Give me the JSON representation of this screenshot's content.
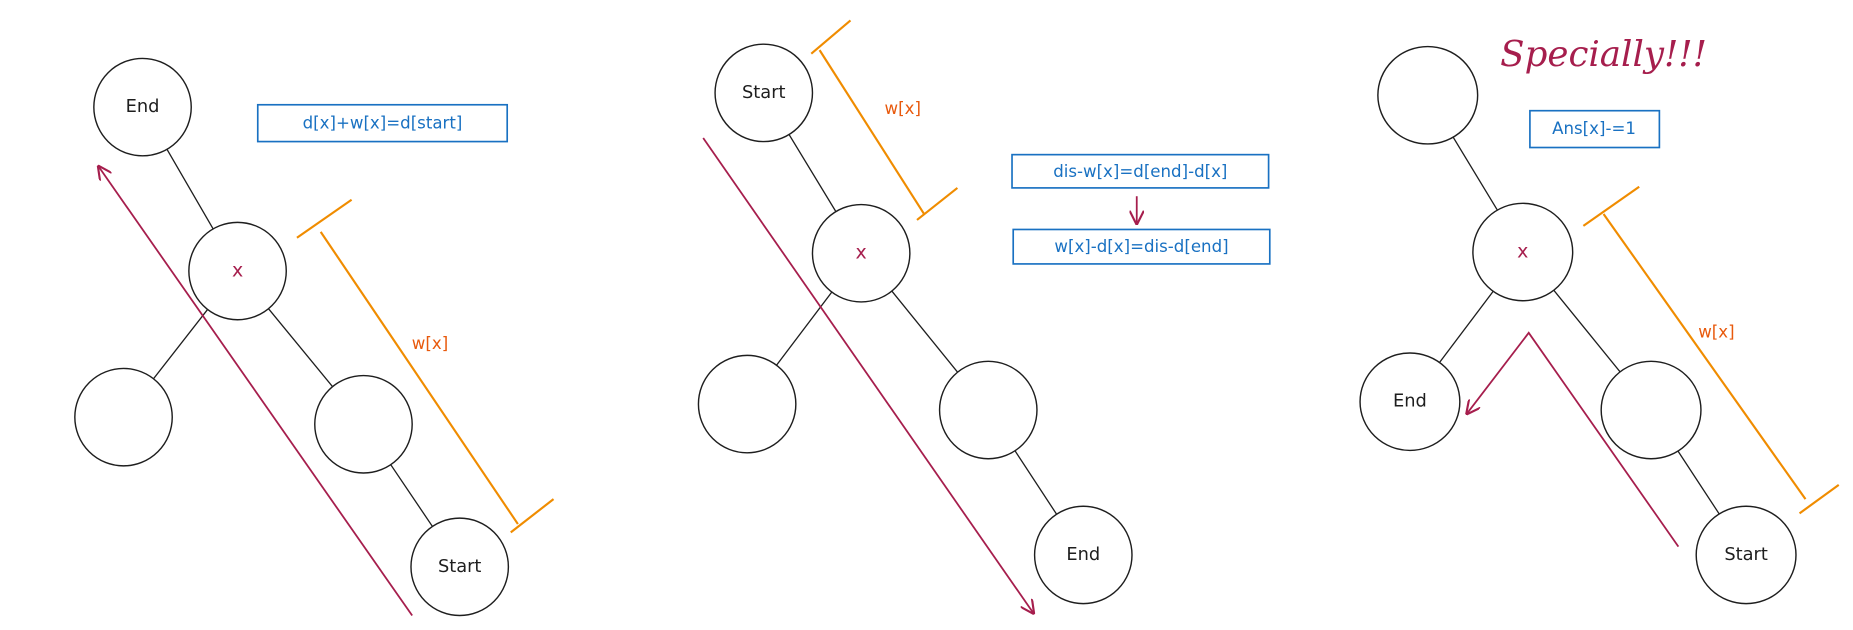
{
  "colors": {
    "stroke": "#1e1e1e",
    "accent_purple": "#a61e4d",
    "accent_orange": "#f08c00",
    "accent_blue": "#1971c2"
  },
  "panel1": {
    "nodes": [
      "End",
      "x",
      "",
      "",
      "Start"
    ],
    "weight_label": "w[x]",
    "formula": "d[x]+w[x]=d[start]"
  },
  "panel2": {
    "nodes": [
      "Start",
      "x",
      "",
      "",
      "End"
    ],
    "weight_label": "w[x]",
    "formula1": "dis-w[x]=d[end]-d[x]",
    "formula2": "w[x]-d[x]=dis-d[end]"
  },
  "panel3": {
    "title": "Specially!!!",
    "nodes": [
      "",
      "x",
      "End",
      "",
      "Start"
    ],
    "weight_label": "w[x]",
    "formula": "Ans[x]-=1"
  }
}
